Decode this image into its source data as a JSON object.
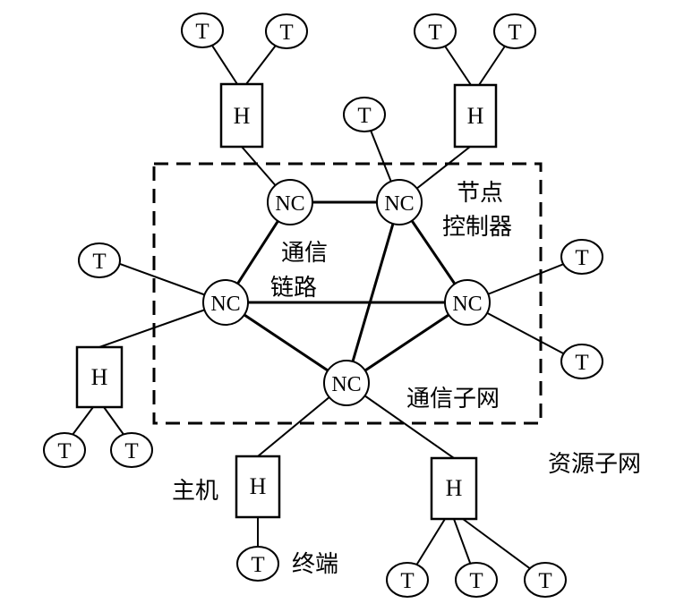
{
  "labels": {
    "terminal": "T",
    "host": "H",
    "node_controller": "NC",
    "comm_link": "通信链路",
    "comm_link_line1": "通信",
    "comm_link_line2": "链路",
    "node_ctrl_line1": "节点",
    "node_ctrl_line2": "控制器",
    "comm_subnet": "通信子网",
    "resource_subnet": "资源子网",
    "host_cn": "主机",
    "terminal_cn": "终端"
  }
}
